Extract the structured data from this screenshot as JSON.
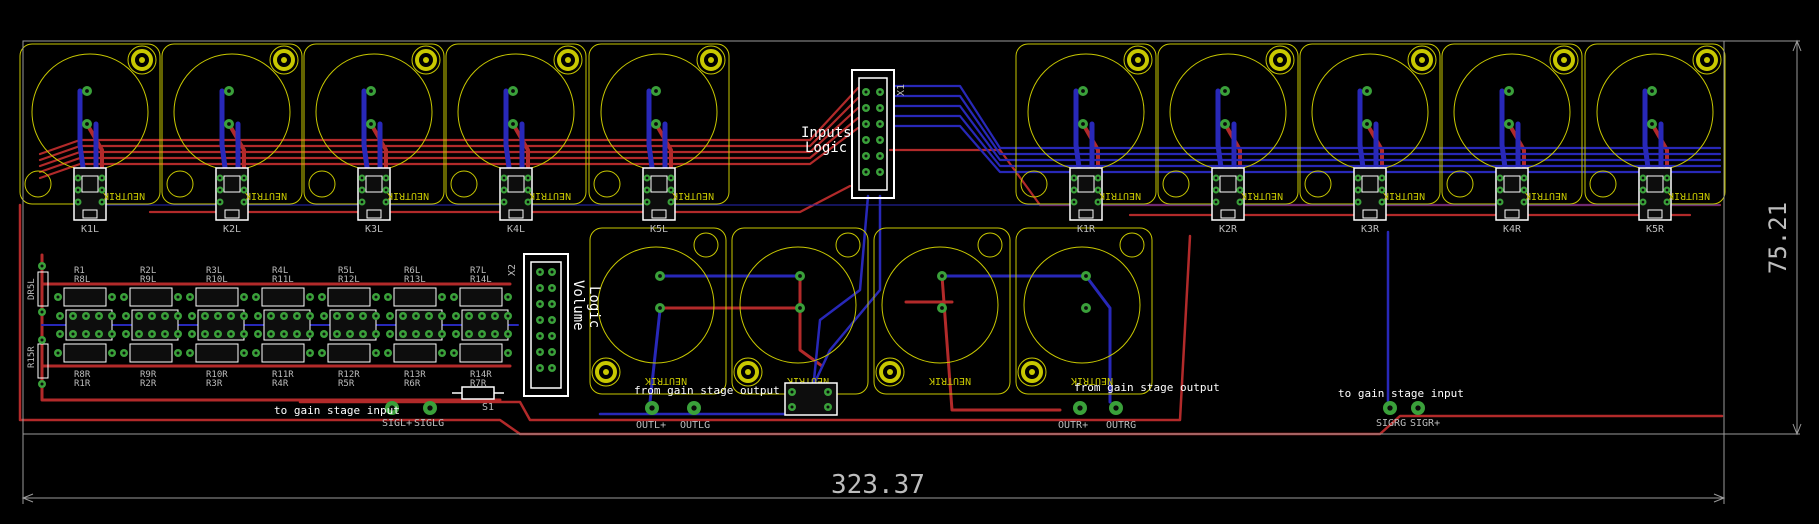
{
  "colors": {
    "background": "#000000",
    "outline": "#9a9a9a",
    "silkscreen": "#c8c800",
    "top_trace": "#b22a2a",
    "bottom_trace": "#2828b8",
    "pad": "#3aa03a",
    "label_white": "#ffffff",
    "label_grey": "#bdbdbd"
  },
  "dimensions": {
    "width_value": "323.37",
    "height_value": "75.21"
  },
  "headers": {
    "inputs_logic": [
      "Inputs",
      "Logic"
    ],
    "volume_logic": [
      "Volume",
      "Logic"
    ],
    "x1": "X1",
    "x2": "X2"
  },
  "relays_left": [
    "K1L",
    "K2L",
    "K3L",
    "K4L",
    "K5L"
  ],
  "relays_right": [
    "K1R",
    "K2R",
    "K3R",
    "K4R",
    "K5R"
  ],
  "relay_brand": "NEUTRIK",
  "ladder_top_labels": [
    [
      "R1",
      "R8L"
    ],
    [
      "R2L",
      "R9L"
    ],
    [
      "R3L",
      "R10L"
    ],
    [
      "R4L",
      "R11L"
    ],
    [
      "R5L",
      "R12L"
    ],
    [
      "R6L",
      "R13L"
    ],
    [
      "R7L",
      "R14L"
    ]
  ],
  "ladder_bottom_labels": [
    [
      "R8R",
      "R1R"
    ],
    [
      "R9R",
      "R2R"
    ],
    [
      "R10R",
      "R3R"
    ],
    [
      "R11R",
      "R4R"
    ],
    [
      "R12R",
      "R5R"
    ],
    [
      "R13R",
      "R6R"
    ],
    [
      "R14R",
      "R7R"
    ]
  ],
  "side_labels": [
    "DR5L",
    "R15R"
  ],
  "switch_label": "S1",
  "notes": {
    "to_gain_left": "to gain stage input",
    "from_gain_left": "from gain stage output",
    "from_gain_right": "from gain stage output",
    "to_gain_right": "to gain stage input"
  },
  "connectors": {
    "sigl_plus": "SIGL+",
    "siglg": "SIGLG",
    "outl_plus": "OUTL+",
    "outlg": "OUTLG",
    "outr_plus": "OUTR+",
    "outrg": "OUTRG",
    "sigrg": "SIGRG",
    "sigr_plus": "SIGR+"
  }
}
